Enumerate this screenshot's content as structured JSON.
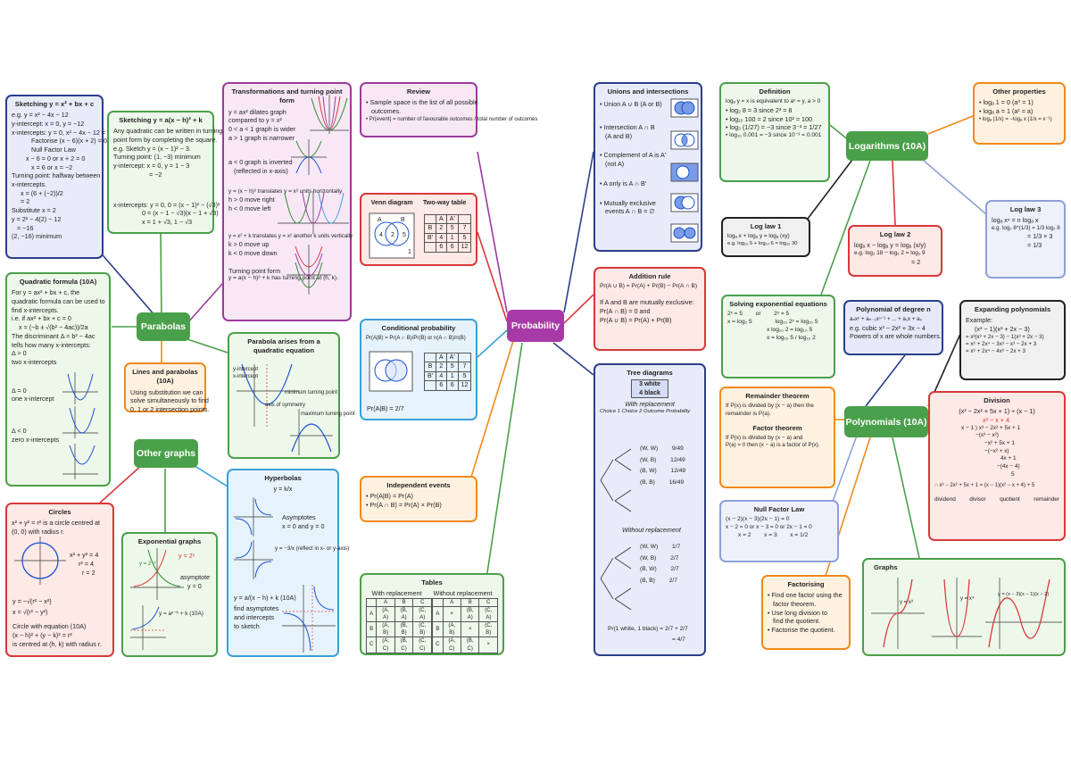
{
  "hubs": {
    "parabolas": "Parabolas",
    "other_graphs": "Other graphs",
    "probability": "Probability",
    "logarithms": "Logarithms (10A)",
    "polynomials": "Polynomials (10A)"
  },
  "sketch1": {
    "title": "Sketching y = x² + bx + c",
    "lines": [
      "e.g. y = x² − 4x − 12",
      "y-intercept: x = 0, y = −12",
      "x-intercepts: y = 0, x² − 4x − 12 = 0",
      "Factorise (x − 6)(x + 2) = 0",
      "Null Factor Law",
      "x − 6 = 0 or x + 2 = 0",
      "x = 6 or x = −2",
      "Turning point: halfway between",
      "x-intercepts.",
      "x = (6 + (−2))/2",
      "= 2",
      "Substitute x = 2",
      "y = 2² − 4(2) − 12",
      "= −16",
      "(2, −16) minimum"
    ]
  },
  "sketch2": {
    "title": "Sketching y = a(x − h)² + k",
    "lines": [
      "Any quadratic can be written in turning",
      "point form by completing the square.",
      "e.g. Sketch y = (x − 1)² − 3.",
      "Turning point: (1, −3) minimum",
      "y-intercept: x = 0, y = 1 − 3",
      "= −2",
      "x-intercepts: y = 0, 0 = (x − 1)² − (√3)²",
      "0 = (x − 1 − √3)(x − 1 + √3)",
      "x = 1 + √3, 1 − √3"
    ]
  },
  "transform": {
    "title": "Transformations and turning point form",
    "lines": [
      "y = ax² dilates graph",
      "compared to y = x²",
      "0 < a < 1 graph is wider",
      "a > 1 graph is narrower",
      "a < 0 graph is inverted",
      "(reflected in x-axis)",
      "y = (x − h)² translates y = x² units horizontally",
      "h > 0 move right",
      "h < 0 move left",
      "y = x² + k translates y = x² another k units vertically",
      "k > 0 move up",
      "k < 0 move down",
      "Turning point form",
      "y = a(x − h)² + k has turning point at (h, k)."
    ]
  },
  "quadformula": {
    "title": "Quadratic formula (10A)",
    "lines": [
      "For y = ax² + bx + c, the",
      "quadratic formula can be used to",
      "find x-intercepts.",
      "i.e. if ax² + bx + c = 0",
      "x = (−b ± √(b² − 4ac))/2a",
      "The discriminant Δ = b² − 4ac",
      "tells how many x-intercepts:",
      "Δ > 0",
      "two x-intercepts",
      "Δ = 0",
      "one x-intercept",
      "Δ < 0",
      "zero x-intercepts"
    ]
  },
  "linespara": {
    "title": "Lines and parabolas (10A)",
    "lines": [
      "Using substitution we can",
      "solve simultaneously to find",
      "0, 1 or 2 intersection points."
    ]
  },
  "pquad": {
    "title": "Parabola arises from a quadratic equation",
    "lines": [
      "y-intercept",
      "x-intercept",
      "axis of symmetry",
      "minimum turning point",
      "maximum turning point"
    ]
  },
  "circles": {
    "title": "Circles",
    "lines": [
      "x² + y² = r² is a circle centred at",
      "(0, 0) with radius r.",
      "x² + y² = 4",
      "r² = 4",
      "r = 2",
      "y = −√(r² − x²)",
      "x = √(r² − y²)",
      "Circle with equation (10A)",
      "(x − h)² + (y − k)² = r²",
      "is centred at (h, k) with radius r."
    ]
  },
  "expo": {
    "title": "Exponential graphs",
    "lines": [
      "y = 2ˣ",
      "y = 2⁻ˣ",
      "asymptote",
      "y = 0",
      "y = aˣ⁻ʰ + k (10A)"
    ]
  },
  "hyper": {
    "title": "Hyperbolas",
    "lines": [
      "y = k/x",
      "Asymptotes",
      "x = 0 and y = 0",
      "y = −3/x (reflect in x- or y-axis)",
      "y = a/(x − h) + k (10A)",
      "find asymptotes",
      "and intercepts",
      "to sketch"
    ]
  },
  "review": {
    "title": "Review",
    "lines": [
      "• Sample space is the list of all possible",
      "outcomes.",
      "• Pr(event) = number of favourable outcomes / total number of outcomes"
    ]
  },
  "venn": {
    "title": "Venn diagram",
    "title2": "Two-way table",
    "a": "A",
    "b": "B",
    "n1": "4",
    "n2": "2",
    "n3": "5",
    "n4": "1",
    "table": [
      [
        "",
        "A",
        "A′",
        ""
      ],
      [
        "B",
        "2",
        "5",
        "7"
      ],
      [
        "B′",
        "4",
        "1",
        "5"
      ],
      [
        "",
        "6",
        "6",
        "12"
      ]
    ]
  },
  "condprob": {
    "title": "Conditional probability",
    "formula": "Pr(A|B) = Pr(A ∩ B)/Pr(B)  or  n(A ∩ B)/n(B)",
    "result": "Pr(A|B) = 2/7",
    "table": [
      [
        "",
        "A",
        "A′",
        ""
      ],
      [
        "B",
        "2",
        "5",
        "7"
      ],
      [
        "B′",
        "4",
        "1",
        "5"
      ],
      [
        "",
        "6",
        "6",
        "12"
      ]
    ]
  },
  "indep": {
    "title": "Independent events",
    "lines": [
      "• Pr(A|B) = Pr(A)",
      "• Pr(A ∩ B) = Pr(A) × Pr(B)"
    ]
  },
  "tables": {
    "title": "Tables",
    "with": "With replacement",
    "without": "Without replacement",
    "rows_with": [
      [
        "",
        "A",
        "B",
        "C"
      ],
      [
        "A",
        "(A, A)",
        "(B, A)",
        "(C, A)"
      ],
      [
        "B",
        "(A, B)",
        "(B, B)",
        "(C, B)"
      ],
      [
        "C",
        "(A, C)",
        "(B, C)",
        "(C, C)"
      ]
    ],
    "rows_without": [
      [
        "",
        "A",
        "B",
        "C"
      ],
      [
        "A",
        "×",
        "(B, A)",
        "(C, A)"
      ],
      [
        "B",
        "(A, B)",
        "×",
        "(C, B)"
      ],
      [
        "C",
        "(A, C)",
        "(B, C)",
        "×"
      ]
    ]
  },
  "unions": {
    "title": "Unions and intersections",
    "lines": [
      "• Union A ∪ B (A or B)",
      "• Intersection A ∩ B",
      "(A and B)",
      "• Complement of A is A′",
      "(not A)",
      "• A only is A ∩ B′",
      "• Mutually exclusive",
      "events A ∩ B = ∅"
    ]
  },
  "addition": {
    "title": "Addition rule",
    "lines": [
      "Pr(A ∪ B) = Pr(A) + Pr(B) − Pr(A ∩ B)",
      "If A and B are mutually exclusive:",
      "Pr(A ∩ B) = 0 and",
      "Pr(A ∪ B) = Pr(A) + Pr(B)"
    ]
  },
  "tree": {
    "title": "Tree diagrams",
    "badge1": "3 white",
    "badge2": "4 black",
    "with": "With replacement",
    "cols": "Choice 1  Choice 2  Outcome  Probability",
    "without": "Without replacement",
    "outcomes_with": [
      [
        "(W, W)",
        "9/49"
      ],
      [
        "(W, B)",
        "12/49"
      ],
      [
        "(B, W)",
        "12/49"
      ],
      [
        "(B, B)",
        "16/49"
      ]
    ],
    "outcomes_without": [
      [
        "(W, W)",
        "1/7"
      ],
      [
        "(W, B)",
        "2/7"
      ],
      [
        "(B, W)",
        "2/7"
      ],
      [
        "(B, B)",
        "2/7"
      ]
    ],
    "final": "Pr(1 white, 1 black) = 2/7 + 2/7",
    "final2": "= 4/7"
  },
  "definition": {
    "title": "Definition",
    "lines": [
      "logₐ y = x is equivalent to aˣ = y, a > 0",
      "• log₂ 8 = 3 since 2³ = 8",
      "• log₁₀ 100 = 2 since 10² = 100",
      "• log₃ (1/27) = −3 since 3⁻³ = 1/27",
      "• log₁₀ 0.001 = −3 since 10⁻³ = 0.001"
    ]
  },
  "otherprops": {
    "title": "Other properties",
    "lines": [
      "• logₐ 1 = 0  (a⁰ = 1)",
      "• logₐ a = 1  (a¹ = a)",
      "• logₐ (1/x) = −logₐ x  (1/x = x⁻¹)"
    ]
  },
  "loglaw1": {
    "title": "Log law 1",
    "lines": [
      "logₐ x + logₐ y = logₐ (xy)",
      "e.g. log₁₀ 5 + log₁₀ 6 = log₁₀ 30"
    ]
  },
  "loglaw2": {
    "title": "Log law 2",
    "lines": [
      "logₐ x − logₐ y = logₐ (x/y)",
      "e.g. log₂ 18 − log₂ 2 = log₂ 9",
      "= 2"
    ]
  },
  "loglaw3": {
    "title": "Log law 3",
    "lines": [
      "logₐ xⁿ = n logₐ x",
      "e.g. log₂ 8^(1/3) = 1/3 log₂ 8",
      "= 1/3 × 3",
      "= 1/3"
    ]
  },
  "solvexp": {
    "title": "Solving exponential equations",
    "lines": [
      "2ˣ = 5        or        2ˣ = 5",
      "x = log₂ 5              log₁₀ 2ˣ = log₁₀ 5",
      "                        x log₁₀ 2 = log₁₀ 5",
      "                        x = log₁₀ 5 / log₁₀ 2"
    ]
  },
  "polydeg": {
    "title": "Polynomial of degree n",
    "lines": [
      "aₙxⁿ + aₙ₋₁xⁿ⁻¹ + ... + a₁x + a₀",
      "e.g. cubic x³ − 2x² + 3x − 4",
      "Powers of x are whole numbers."
    ]
  },
  "expanding": {
    "title": "Expanding polynomials",
    "lines": [
      "Example:",
      "(x³ − 1)(x³ + 2x − 3)",
      "= x³(x³ + 2x − 3) − 1(x³ + 2x − 3)",
      "= x⁶ + 2x⁴ − 3x³ − x³ − 2x + 3",
      "= x⁶ + 2x⁴ − 4x³ − 2x + 3"
    ]
  },
  "remainder": {
    "title": "Remainder theorem",
    "lines": [
      "If P(x) is divided by (x − a) then the",
      "remainder is P(a)."
    ],
    "title2": "Factor theorem",
    "lines2": [
      "If P(x) is divided by (x − a) and",
      "P(a) = 0 then (x − a) is a factor of P(x)."
    ]
  },
  "division": {
    "title": "Division",
    "lines": [
      "(x³ − 2x² + 5x + 1) ÷ (x − 1)",
      "x² − x + 4",
      "x − 1 ) x³ − 2x² + 5x + 1",
      "−(x³ − x²)",
      "−x² + 5x + 1",
      "−(−x² + x)",
      "4x + 1",
      "−(4x − 4)",
      "5",
      "∴ x³ − 2x² + 5x + 1 = (x − 1)(x² − x + 4) + 5"
    ],
    "labels": [
      "dividend",
      "divisor",
      "quotient",
      "remainder"
    ]
  },
  "nullfactor": {
    "title": "Null Factor Law",
    "lines": [
      "(x − 2)(x − 3)(2x − 1) = 0",
      "x − 2 = 0 or x − 3 = 0 or 2x − 1 = 0",
      "x = 2        x = 3        x = 1/2"
    ]
  },
  "factorising": {
    "title": "Factorising",
    "lines": [
      "• Find one factor using the",
      "factor theorem.",
      "• Use long division to",
      "find the quotient.",
      "• Factorise the quotient."
    ]
  },
  "graphs": {
    "title": "Graphs",
    "g1": "y = x³",
    "g2": "y = x⁴",
    "g3": "y = (x − 3)(x − 1)(x − 2)"
  }
}
